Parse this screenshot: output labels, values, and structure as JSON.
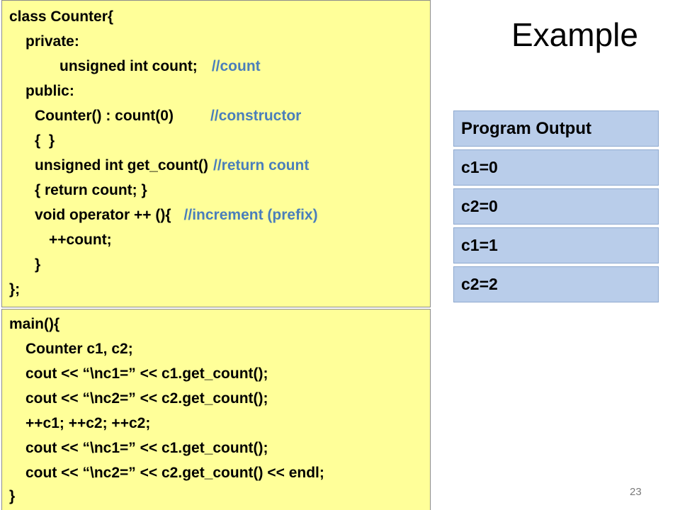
{
  "slide": {
    "title": "Example",
    "page_number": "23"
  },
  "class_code": {
    "lines": [
      {
        "code": "class Counter{",
        "comment": ""
      },
      {
        "code": "private:",
        "comment": ""
      },
      {
        "code": "unsigned int count;",
        "comment": "//count"
      },
      {
        "code": "public:",
        "comment": ""
      },
      {
        "code": "Counter() : count(0)",
        "comment": "//constructor"
      },
      {
        "code": "{  }",
        "comment": ""
      },
      {
        "code": "unsigned int get_count()",
        "comment": "//return count"
      },
      {
        "code": "{ return count; }",
        "comment": ""
      },
      {
        "code": "void operator ++ (){",
        "comment": "//increment (prefix)"
      },
      {
        "code": "++count;",
        "comment": ""
      },
      {
        "code": "}",
        "comment": ""
      },
      {
        "code": "};",
        "comment": ""
      }
    ]
  },
  "main_code": {
    "lines": [
      "main(){",
      "Counter c1, c2;",
      "cout << “\\nc1=” << c1.get_count();",
      "cout << “\\nc2=” << c2.get_count();",
      "++c1; ++c2; ++c2;",
      "cout << “\\nc1=” << c1.get_count();",
      "cout << “\\nc2=” << c2.get_count() << endl;",
      "}"
    ]
  },
  "output_panel": {
    "header": "Program Output",
    "lines": [
      "c1=0",
      "c2=0",
      "c1=1",
      "c2=2"
    ]
  },
  "colors": {
    "code_background": "#ffff99",
    "comment": "#4a7ebb",
    "output_background": "#b9cdea"
  }
}
